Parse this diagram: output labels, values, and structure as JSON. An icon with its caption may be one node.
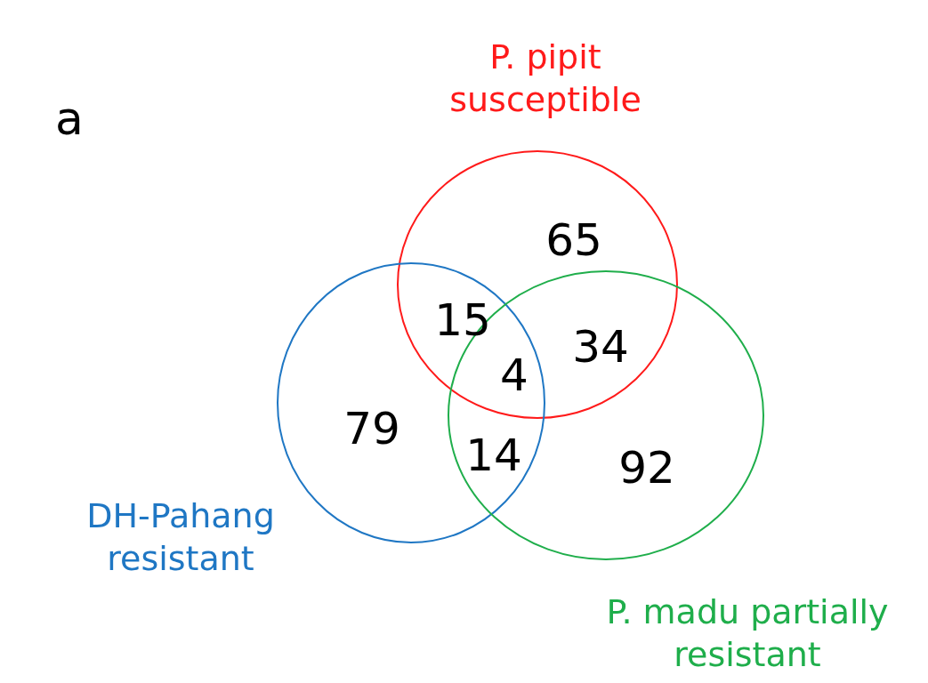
{
  "diagram": {
    "nodes": [
      {
        "text": [
          "P. pipit susceptible"
        ]
      },
      {
        "text": [
          "DH-Pahang resistant"
        ]
      },
      {
        "text": [
          "P. madu partially resistant"
        ]
      }
    ],
    "labels": [
      "a",
      "65",
      "15",
      "34",
      "4",
      "79",
      "14",
      "92"
    ]
  }
}
